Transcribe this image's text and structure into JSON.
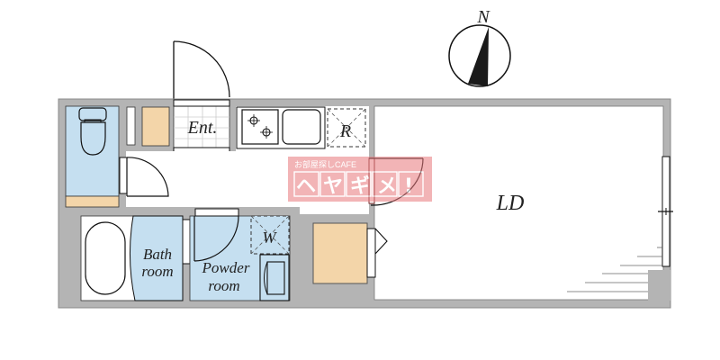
{
  "floor_plan": {
    "type": "apartment-floor-plan",
    "layout": "1K/1R studio",
    "colors": {
      "wall": "#b4b4b4",
      "wet_area": "#c5dff0",
      "storage": "#f3d5a9",
      "floor": "#ffffff",
      "line": "#222222"
    },
    "rooms": [
      {
        "id": "entrance",
        "label": "Ent."
      },
      {
        "id": "kitchen_fridge",
        "label": "R"
      },
      {
        "id": "living_dining",
        "label": "LD"
      },
      {
        "id": "bathroom_line1",
        "label": "Bath"
      },
      {
        "id": "bathroom_line2",
        "label": "room"
      },
      {
        "id": "powder_line1",
        "label": "Powder"
      },
      {
        "id": "powder_line2",
        "label": "room"
      },
      {
        "id": "washer",
        "label": "W"
      }
    ],
    "compass": {
      "label": "N"
    },
    "watermark": {
      "small_text": "お部屋探しCAFE",
      "brand_text": "ヘヤギメ!",
      "color": "#e8787c"
    }
  }
}
